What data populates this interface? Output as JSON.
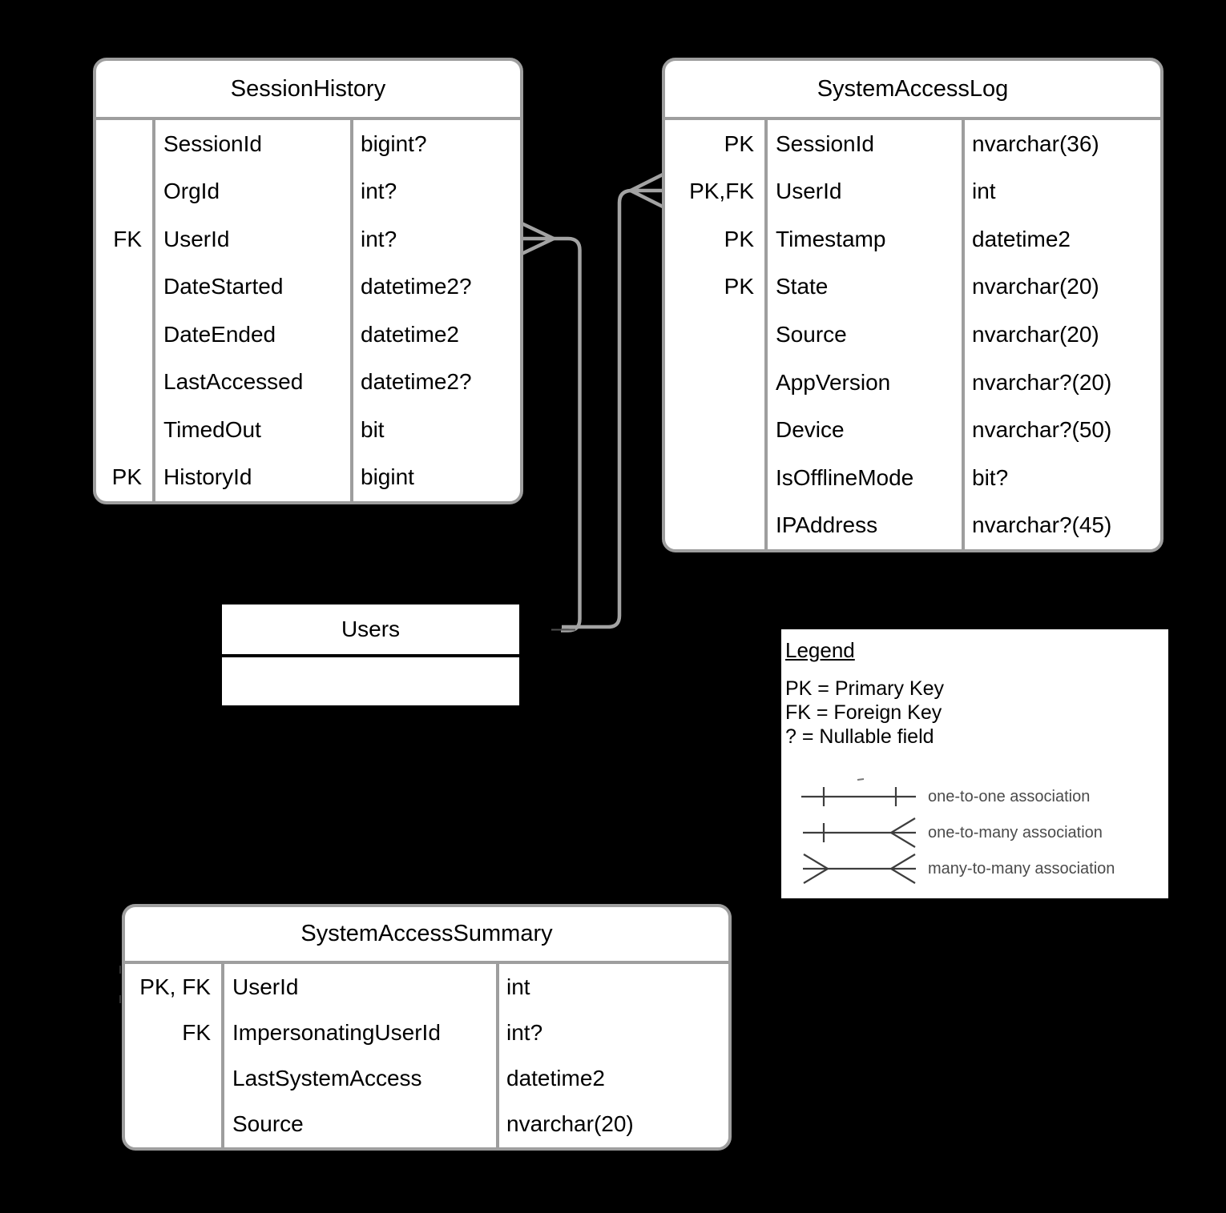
{
  "tables": {
    "session_history": {
      "title": "SessionHistory",
      "rows": [
        {
          "key": "",
          "name": "SessionId",
          "type": "bigint?"
        },
        {
          "key": "",
          "name": "OrgId",
          "type": "int?"
        },
        {
          "key": "FK",
          "name": "UserId",
          "type": "int?"
        },
        {
          "key": "",
          "name": "DateStarted",
          "type": "datetime2?"
        },
        {
          "key": "",
          "name": "DateEnded",
          "type": "datetime2"
        },
        {
          "key": "",
          "name": "LastAccessed",
          "type": "datetime2?"
        },
        {
          "key": "",
          "name": "TimedOut",
          "type": "bit"
        },
        {
          "key": "PK",
          "name": "HistoryId",
          "type": "bigint"
        }
      ]
    },
    "system_access_log": {
      "title": "SystemAccessLog",
      "rows": [
        {
          "key": "PK",
          "name": "SessionId",
          "type": "nvarchar(36)"
        },
        {
          "key": "PK,FK",
          "name": "UserId",
          "type": "int"
        },
        {
          "key": "PK",
          "name": "Timestamp",
          "type": "datetime2"
        },
        {
          "key": "PK",
          "name": "State",
          "type": "nvarchar(20)"
        },
        {
          "key": "",
          "name": "Source",
          "type": "nvarchar(20)"
        },
        {
          "key": "",
          "name": "AppVersion",
          "type": "nvarchar?(20)"
        },
        {
          "key": "",
          "name": "Device",
          "type": "nvarchar?(50)"
        },
        {
          "key": "",
          "name": "IsOfflineMode",
          "type": "bit?"
        },
        {
          "key": "",
          "name": "IPAddress",
          "type": "nvarchar?(45)"
        }
      ]
    },
    "users": {
      "title": "Users",
      "rows": []
    },
    "system_access_summary": {
      "title": "SystemAccessSummary",
      "rows": [
        {
          "key": "PK, FK",
          "name": "UserId",
          "type": "int"
        },
        {
          "key": "FK",
          "name": "ImpersonatingUserId",
          "type": "int?"
        },
        {
          "key": "",
          "name": "LastSystemAccess",
          "type": "datetime2"
        },
        {
          "key": "",
          "name": "Source",
          "type": "nvarchar(20)"
        }
      ]
    }
  },
  "legend": {
    "title": "Legend",
    "key_definitions": [
      "PK = Primary Key",
      "FK = Foreign Key",
      "? = Nullable field"
    ],
    "associations": [
      {
        "label": "one-to-one association"
      },
      {
        "label": "one-to-many association"
      },
      {
        "label": "many-to-many association"
      }
    ]
  },
  "relationships": [
    {
      "from": "Users",
      "to": "SessionHistory",
      "type": "one-to-many"
    },
    {
      "from": "Users",
      "to": "SystemAccessLog",
      "type": "one-to-many"
    }
  ],
  "colors": {
    "background": "#000000",
    "table_fill": "#ffffff",
    "table_border": "#9e9e9e",
    "relationship_line": "#a3a3a3",
    "legend_symbol": "#3d3d3d",
    "legend_label": "#4b4b4b",
    "text": "#000000"
  }
}
